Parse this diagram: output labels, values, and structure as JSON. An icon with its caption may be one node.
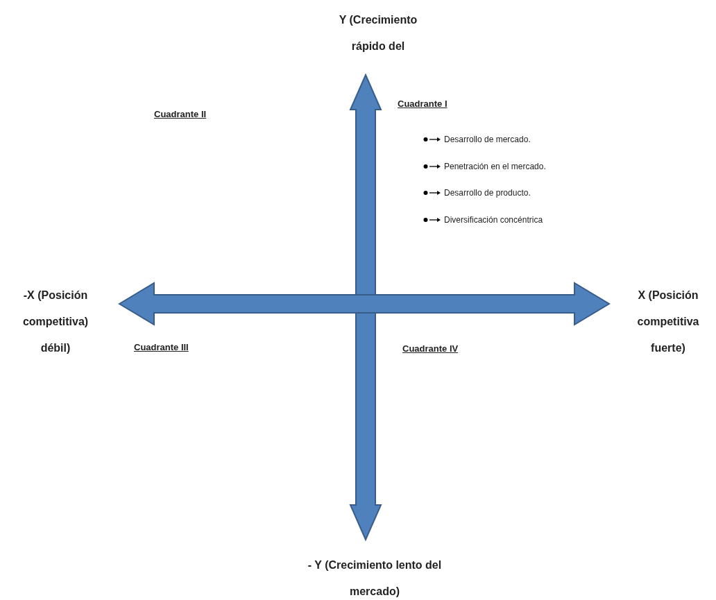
{
  "diagram": {
    "labels": [
      "Y (Crecimiento rápido del",
      "Cuadrante II",
      "Cuadrante I",
      "Desarrollo de mercado.",
      "Penetración en el mercado.",
      "Desarrollo de producto.",
      "Diversificación concéntrica",
      "-X (Posición competitiva) débil)",
      "X (Posición competitiva fuerte)",
      "Cuadrante III",
      "Cuadrante IV",
      "- Y (Crecimiento lento del mercado)"
    ]
  }
}
